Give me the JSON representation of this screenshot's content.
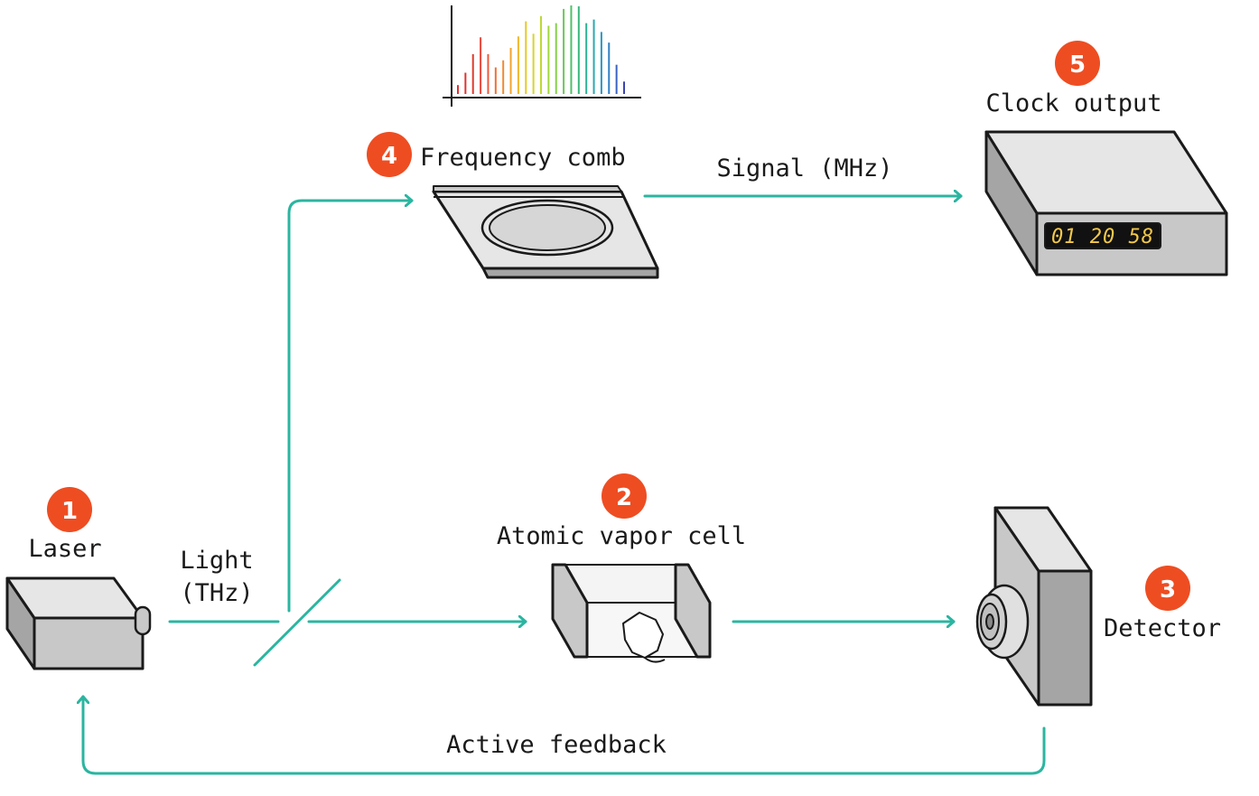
{
  "colors": {
    "flow": "#2bb5a0",
    "badge": "#ee4d22",
    "outline": "#1a1a1a",
    "device_light": "#e6e6e6",
    "device_mid": "#c8c8c8",
    "device_dark": "#a5a5a5",
    "display_text": "#f2c84b"
  },
  "steps": [
    {
      "number": "1",
      "label": "Laser"
    },
    {
      "number": "2",
      "label": "Atomic vapor cell"
    },
    {
      "number": "3",
      "label": "Detector"
    },
    {
      "number": "4",
      "label": "Frequency comb"
    },
    {
      "number": "5",
      "label": "Clock output"
    }
  ],
  "flows": {
    "light_line1": "Light",
    "light_line2": "(THz)",
    "signal": "Signal (MHz)",
    "feedback": "Active feedback"
  },
  "clock_display": "01 20 58",
  "spectrum": {
    "icon": "frequency-spectrum-icon",
    "colors": [
      "#e03030",
      "#e03030",
      "#e03a2c",
      "#e8483a",
      "#ec5a3a",
      "#ef7033",
      "#f08a30",
      "#f2a32e",
      "#f0b82b",
      "#e8c82a",
      "#d8d42c",
      "#bfd834",
      "#a2d63e",
      "#86d04a",
      "#6ac957",
      "#4fc068",
      "#3ab87c",
      "#2eb196",
      "#2aa8b0",
      "#2c96c4",
      "#3080c8",
      "#3a62c0",
      "#3a44b0"
    ],
    "values": [
      0.1,
      0.24,
      0.45,
      0.64,
      0.45,
      0.3,
      0.38,
      0.52,
      0.65,
      0.82,
      0.68,
      0.88,
      0.77,
      0.8,
      0.96,
      1.0,
      0.99,
      0.8,
      0.84,
      0.7,
      0.58,
      0.33,
      0.14
    ]
  }
}
